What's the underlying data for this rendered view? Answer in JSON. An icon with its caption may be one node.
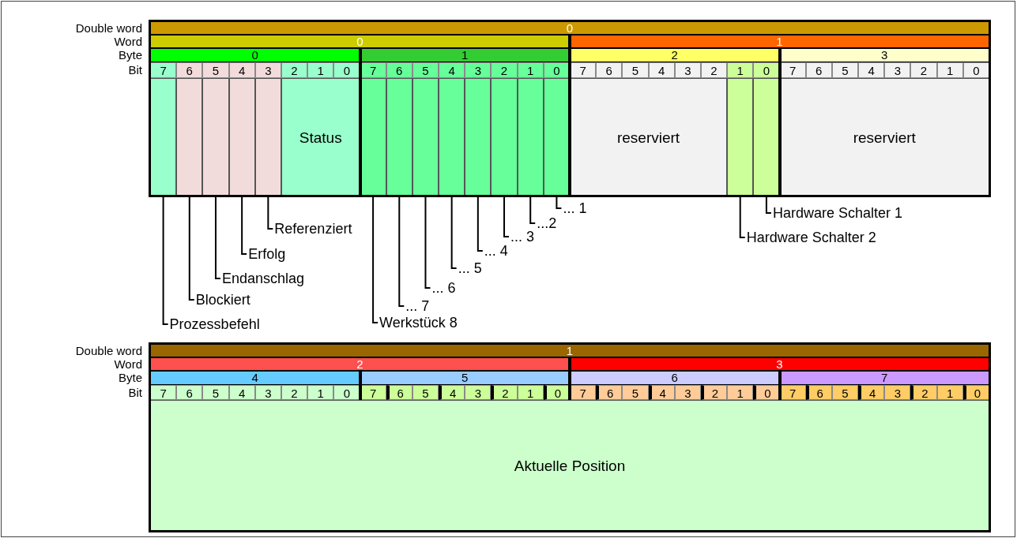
{
  "diagram": {
    "nodes": [
      {
        "text": [
          "0"
        ]
      },
      {
        "text": [
          "0"
        ]
      },
      {
        "text": [
          "1"
        ]
      },
      {
        "text": [
          "0"
        ]
      },
      {
        "text": [
          "1"
        ]
      },
      {
        "text": [
          "2"
        ]
      },
      {
        "text": [
          "3"
        ]
      },
      {
        "text": [
          "7"
        ]
      },
      {
        "text": [
          "6"
        ]
      },
      {
        "text": [
          "5"
        ]
      },
      {
        "text": [
          "4"
        ]
      },
      {
        "text": [
          "3"
        ]
      },
      {
        "text": [
          "2"
        ]
      },
      {
        "text": [
          "1"
        ]
      },
      {
        "text": [
          "0"
        ]
      },
      {
        "text": [
          "7"
        ]
      },
      {
        "text": [
          "6"
        ]
      },
      {
        "text": [
          "5"
        ]
      },
      {
        "text": [
          "4"
        ]
      },
      {
        "text": [
          "3"
        ]
      },
      {
        "text": [
          "2"
        ]
      },
      {
        "text": [
          "1"
        ]
      },
      {
        "text": [
          "0"
        ]
      },
      {
        "text": [
          "7"
        ]
      },
      {
        "text": [
          "6"
        ]
      },
      {
        "text": [
          "5"
        ]
      },
      {
        "text": [
          "4"
        ]
      },
      {
        "text": [
          "3"
        ]
      },
      {
        "text": [
          "2"
        ]
      },
      {
        "text": [
          "1"
        ]
      },
      {
        "text": [
          "0"
        ]
      },
      {
        "text": [
          "7"
        ]
      },
      {
        "text": [
          "6"
        ]
      },
      {
        "text": [
          "5"
        ]
      },
      {
        "text": [
          "4"
        ]
      },
      {
        "text": [
          "3"
        ]
      },
      {
        "text": [
          "2"
        ]
      },
      {
        "text": [
          "1"
        ]
      },
      {
        "text": [
          "0"
        ]
      },
      {
        "text": [],
        "shape": "box"
      },
      {
        "text": [],
        "shape": "box"
      },
      {
        "text": [],
        "shape": "box"
      },
      {
        "text": [],
        "shape": "box"
      },
      {
        "text": [],
        "shape": "box"
      },
      {
        "text": [
          "Status"
        ]
      },
      {
        "text": [],
        "shape": "box"
      },
      {
        "text": [],
        "shape": "box"
      },
      {
        "text": [],
        "shape": "box"
      },
      {
        "text": [],
        "shape": "box"
      },
      {
        "text": [],
        "shape": "box"
      },
      {
        "text": [],
        "shape": "box"
      },
      {
        "text": [],
        "shape": "box"
      },
      {
        "text": [],
        "shape": "box"
      },
      {
        "text": [
          "reserviert"
        ]
      },
      {
        "text": [],
        "shape": "box"
      },
      {
        "text": [],
        "shape": "box"
      },
      {
        "text": [
          "reserviert"
        ]
      },
      {
        "text": [
          "Referenziert"
        ]
      },
      {
        "text": [
          "Erfolg"
        ]
      },
      {
        "text": [
          "Endanschlag"
        ]
      },
      {
        "text": [
          "Blockiert"
        ]
      },
      {
        "text": [
          "Prozessbefehl"
        ]
      },
      {
        "text": [
          "Werkstück 8"
        ]
      },
      {
        "text": [
          "... 7"
        ]
      },
      {
        "text": [
          "... 6"
        ]
      },
      {
        "text": [
          "... 5"
        ]
      },
      {
        "text": [
          "... 4"
        ]
      },
      {
        "text": [
          "... 3"
        ]
      },
      {
        "text": [
          "...2"
        ]
      },
      {
        "text": [
          "... 1"
        ]
      },
      {
        "text": [
          "Hardware Schalter 1"
        ]
      },
      {
        "text": [
          "Hardware Schalter 2"
        ]
      },
      {
        "text": [
          "1"
        ]
      },
      {
        "text": [
          "2"
        ]
      },
      {
        "text": [
          "3"
        ]
      },
      {
        "text": [
          "4"
        ]
      },
      {
        "text": [
          "5"
        ]
      },
      {
        "text": [
          "6"
        ]
      },
      {
        "text": [
          "7"
        ]
      },
      {
        "text": [
          "7"
        ]
      },
      {
        "text": [
          "6"
        ]
      },
      {
        "text": [
          "5"
        ]
      },
      {
        "text": [
          "4"
        ]
      },
      {
        "text": [
          "3"
        ]
      },
      {
        "text": [
          "2"
        ]
      },
      {
        "text": [
          "1"
        ]
      },
      {
        "text": [
          "0"
        ]
      },
      {
        "text": [
          "7"
        ]
      },
      {
        "text": [
          "6"
        ]
      },
      {
        "text": [
          "5"
        ]
      },
      {
        "text": [
          "4"
        ]
      },
      {
        "text": [
          "3"
        ]
      },
      {
        "text": [
          "2"
        ]
      },
      {
        "text": [
          "1"
        ]
      },
      {
        "text": [
          "0"
        ]
      },
      {
        "text": [
          "7"
        ]
      },
      {
        "text": [
          "6"
        ]
      },
      {
        "text": [
          "5"
        ]
      },
      {
        "text": [
          "4"
        ]
      },
      {
        "text": [
          "3"
        ]
      },
      {
        "text": [
          "2"
        ]
      },
      {
        "text": [
          "1"
        ]
      },
      {
        "text": [
          "0"
        ]
      },
      {
        "text": [
          "7"
        ]
      },
      {
        "text": [
          "6"
        ]
      },
      {
        "text": [
          "5"
        ]
      },
      {
        "text": [
          "4"
        ]
      },
      {
        "text": [
          "3"
        ]
      },
      {
        "text": [
          "2"
        ]
      },
      {
        "text": [
          "1"
        ]
      },
      {
        "text": [
          "0"
        ]
      },
      {
        "text": [
          "Aktuelle Position"
        ]
      }
    ],
    "edges": [
      {
        "from": 57,
        "to": 43,
        "arrow": "none"
      },
      {
        "from": 58,
        "to": 42,
        "arrow": "none"
      },
      {
        "from": 59,
        "to": 41,
        "arrow": "none"
      },
      {
        "from": 60,
        "to": 40,
        "arrow": "none"
      },
      {
        "from": 61,
        "to": 39,
        "arrow": "none"
      },
      {
        "from": 62,
        "to": 45,
        "arrow": "none"
      },
      {
        "from": 63,
        "to": 46,
        "arrow": "none"
      },
      {
        "from": 64,
        "to": 47,
        "arrow": "none"
      },
      {
        "from": 65,
        "to": 48,
        "arrow": "none"
      },
      {
        "from": 66,
        "to": 49,
        "arrow": "none"
      },
      {
        "from": 67,
        "to": 50,
        "arrow": "none"
      },
      {
        "from": 68,
        "to": 51,
        "arrow": "none"
      },
      {
        "from": 69,
        "to": 52,
        "arrow": "none"
      },
      {
        "from": 70,
        "to": 55,
        "arrow": "none"
      },
      {
        "from": 71,
        "to": 54,
        "arrow": "none"
      }
    ],
    "labels": [
      "Double word",
      "Word",
      "Byte",
      "Bit",
      "Double word",
      "Word",
      "Byte",
      "Bit"
    ]
  }
}
